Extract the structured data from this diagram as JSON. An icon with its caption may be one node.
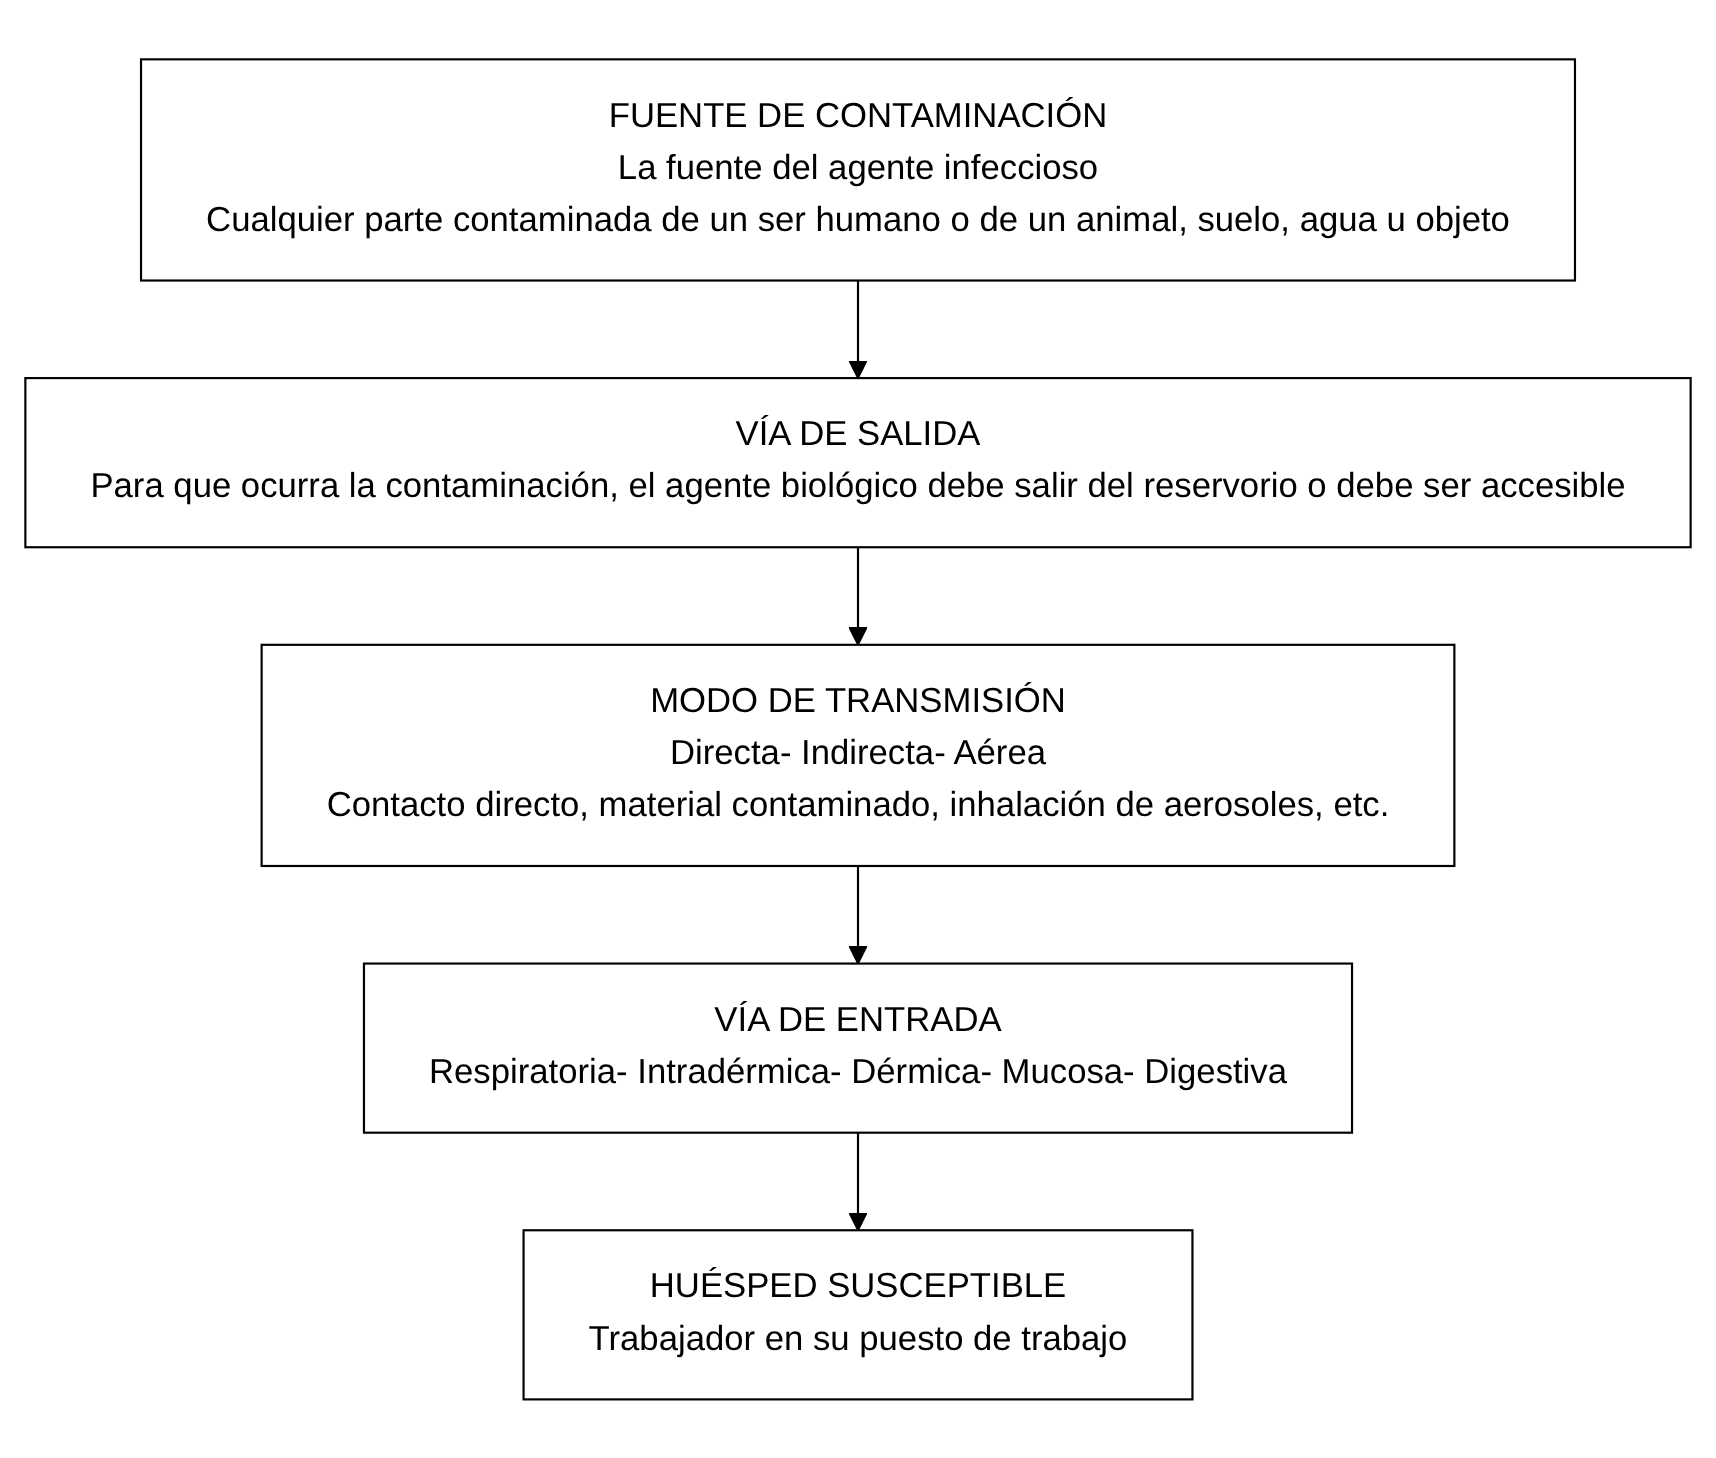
{
  "diagram": {
    "nodes": [
      {
        "text": [
          "FUENTE DE CONTAMINACIÓN",
          "La fuente del agente infeccioso",
          "Cualquier parte contaminada de un ser humano o de un animal, suelo, agua u objeto"
        ]
      },
      {
        "text": [
          "VÍA DE SALIDA",
          "Para que ocurra la contaminación, el agente biológico debe salir del reservorio o debe ser accesible"
        ]
      },
      {
        "text": [
          "MODO DE TRANSMISIÓN",
          "Directa- Indirecta- Aérea",
          "Contacto directo, material contaminado, inhalación de aerosoles, etc."
        ]
      },
      {
        "text": [
          "VÍA DE ENTRADA",
          "Respiratoria- Intradérmica- Dérmica- Mucosa- Digestiva"
        ]
      },
      {
        "text": [
          "HUÉSPED SUSCEPTIBLE",
          "Trabajador en su puesto de trabajo"
        ]
      }
    ],
    "edges": [
      {
        "from": 0,
        "to": 1,
        "arrow": "to"
      },
      {
        "from": 1,
        "to": 2,
        "arrow": "to"
      },
      {
        "from": 2,
        "to": 3,
        "arrow": "to"
      },
      {
        "from": 3,
        "to": 4,
        "arrow": "to"
      }
    ]
  }
}
